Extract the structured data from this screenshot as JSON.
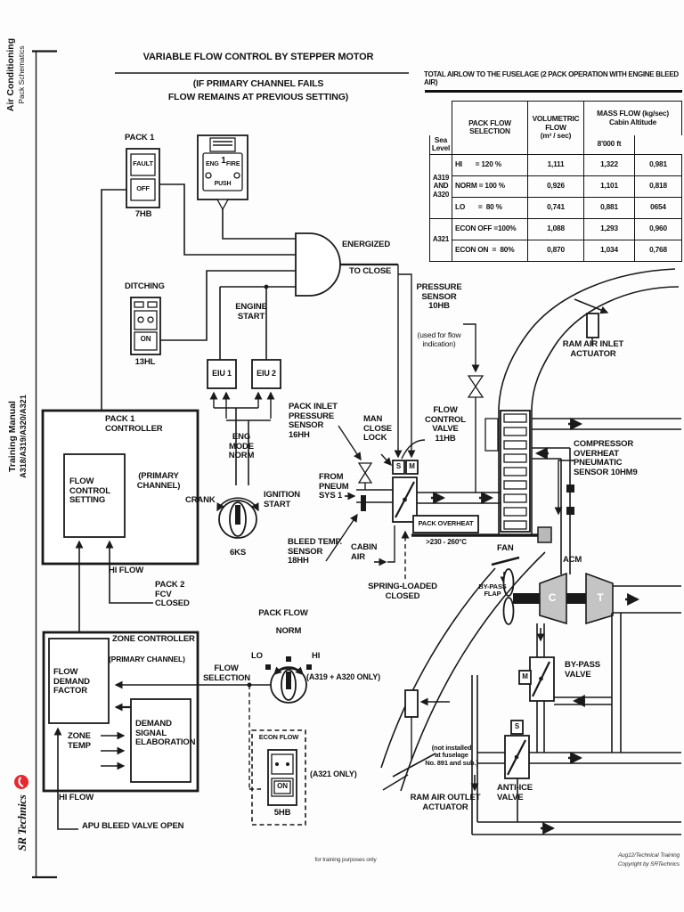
{
  "sidebar": {
    "top_line1": "Air Conditioning",
    "top_line2": "Pack Schematics",
    "mid_line1": "Training Manual",
    "mid_line2": "A318/A319/A320/A321",
    "brand": "SR Technics",
    "brand_red": "#e8272e"
  },
  "labels": {
    "title1": "VARIABLE FLOW CONTROL BY STEPPER MOTOR",
    "title2": "(IF PRIMARY CHANNEL FAILS",
    "title3": "FLOW REMAINS AT PREVIOUS SETTING)",
    "pack1_title": "PACK 1",
    "fault": "FAULT",
    "off": "OFF",
    "id_7hb": "7HB",
    "fire_eng": "ENG",
    "fire_num": "1",
    "fire_fire": "FIRE",
    "fire_push": "PUSH",
    "energized": "ENERGIZED",
    "to_close": "TO CLOSE",
    "ditching": "DITCHING",
    "on1": "ON",
    "id_13hl": "13HL",
    "engine_start": "ENGINE\nSTART",
    "eiu1": "EIU 1",
    "eiu2": "EIU 2",
    "pack_inlet": "PACK INLET\nPRESSURE\nSENSOR\n16HH",
    "man_close": "MAN\nCLOSE\nLOCK",
    "flow_control_valve": "FLOW\nCONTROL\nVALVE\n11HB",
    "pressure_sensor": "PRESSURE\nSENSOR\n10HB",
    "used_for": "(used for flow\nindication)",
    "ram_air_inlet": "RAM AIR INLET\nACTUATOR",
    "s1": "S",
    "m1": "M",
    "from_pneum": "FROM\nPNEUM\nSYS 1",
    "bleed_temp": "BLEED TEMP.\nSENSOR\n18HH",
    "eng_mode": "ENG\nMODE\nNORM",
    "crank": "CRANK",
    "ignition_start": "IGNITION\nSTART",
    "id_6ks": "6KS",
    "pack1_controller": "PACK 1 CONTROLLER",
    "primary_channel1": "(PRIMARY\nCHANNEL)",
    "flow_control_setting": "FLOW\nCONTROL\nSETTING",
    "hi_flow1": "HI FLOW",
    "pack2_fcv": "PACK 2\nFCV\nCLOSED",
    "cabin_air": "CABIN\nAIR",
    "spring_loaded": "SPRING-LOADED\nCLOSED",
    "pack_overheat": "PACK OVERHEAT",
    "overheat_temp": ">230 - 260°C",
    "compressor_sensor": "COMPRESSOR\nOVERHEAT\nPNEUMATIC\nSENSOR 10HM9",
    "fan": "FAN",
    "bypass_flap": "BY-PASS\nFLAP",
    "acm": "ACM",
    "c": "C",
    "t": "T",
    "bypass_valve": "BY-PASS\nVALVE",
    "m2": "M",
    "s2": "S",
    "anti_ice": "ANTI-ICE\nVALVE",
    "ram_air_outlet": "RAM AIR OUTLET\nACTUATOR",
    "not_installed": "(not installed\nat fuselage\nNo. 891 and sub.)",
    "zone_controller": "ZONE CONTROLLER",
    "primary_channel2": "(PRIMARY CHANNEL)",
    "flow_demand": "FLOW\nDEMAND\nFACTOR",
    "demand_signal": "DEMAND\nSIGNAL\nELABORATION",
    "zone_temp": "ZONE\nTEMP",
    "hi_flow2": "HI FLOW",
    "apu_bleed": "APU BLEED VALVE OPEN",
    "flow_selection": "FLOW\nSELECTION",
    "pack_flow": "PACK FLOW",
    "norm": "NORM",
    "lo": "LO",
    "hi": "HI",
    "a319_only": "(A319 + A320 ONLY)",
    "econ_flow": "ECON FLOW",
    "on2": "ON",
    "id_5hb": "5HB",
    "a321_only": "(A321 ONLY)"
  },
  "table": {
    "title": "TOTAL AIRLOW TO THE FUSELAGE (2 PACK OPERATION WITH ENGINE BLEED AIR)",
    "col_selection": "PACK FLOW\nSELECTION",
    "col_volumetric": "VOLUMETRIC\nFLOW\n(m³ / sec)",
    "col_mass": "MASS FLOW (kg/sec)\nCabin Altitude",
    "col_sea": "Sea Level",
    "col_alt": "8'000 ft",
    "groups": [
      "A319\nAND\nA320",
      "A321"
    ],
    "rows": [
      {
        "sel": "HI       = 120 %",
        "vol": "1,111",
        "sea": "1,322",
        "alt": "0,981"
      },
      {
        "sel": "NORM = 100 %",
        "vol": "0,926",
        "sea": "1,101",
        "alt": "0,818"
      },
      {
        "sel": "LO       =  80 %",
        "vol": "0,741",
        "sea": "0,881",
        "alt": "0654"
      },
      {
        "sel": "ECON OFF =100%",
        "vol": "1,088",
        "sea": "1,293",
        "alt": "0,960"
      },
      {
        "sel": "ECON ON  =  80%",
        "vol": "0,870",
        "sea": "1,034",
        "alt": "0,768"
      }
    ]
  },
  "footer": {
    "center": "for training purposes only",
    "right1": "Aug12/Technical Training",
    "right2": "Copyright by SRTechnics"
  },
  "colors": {
    "line": "#1a1a1a",
    "metal_gray": "#c4c4c4",
    "brand_red": "#e8272e"
  }
}
